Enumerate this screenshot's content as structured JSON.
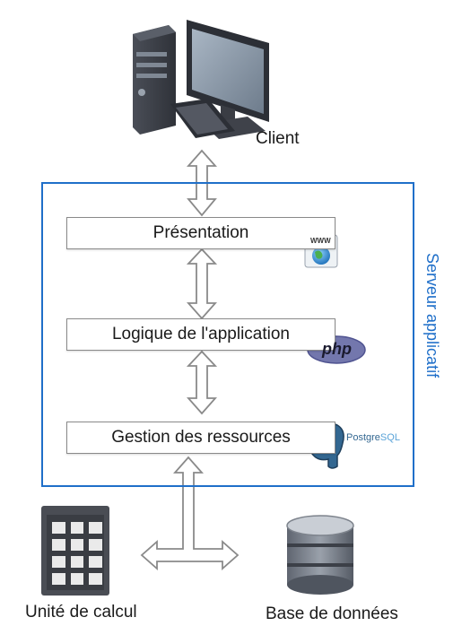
{
  "nodes": {
    "client": "Client",
    "server": "Serveur applicatif",
    "presentation": "Présentation",
    "logic": "Logique de l'application",
    "resources": "Gestion des ressources",
    "compute": "Unité de calcul",
    "database": "Base de données"
  },
  "logos": {
    "www": "WWW",
    "php": "php",
    "postgres_a": "Postgre",
    "postgres_b": "SQL"
  },
  "colors": {
    "server_border": "#1f6fc9",
    "arrow": "#8a8a8a"
  }
}
